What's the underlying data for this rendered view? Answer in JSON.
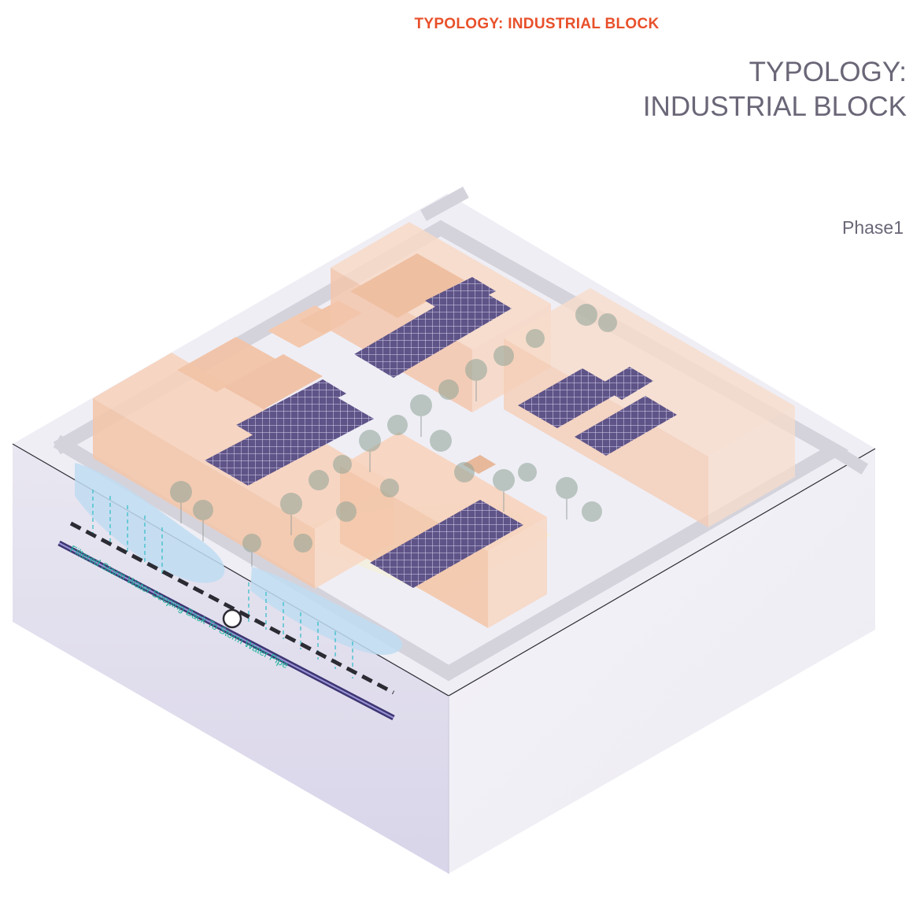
{
  "header": {
    "title": "TYPOLOGY: INDUSTRIAL BLOCK"
  },
  "title": {
    "line1": "TYPOLOGY:",
    "line2": "INDUSTRIAL BLOCK"
  },
  "phase": {
    "label": "Phase1"
  },
  "annotations": {
    "storm_water": "Filtered Storm Water Seeping Back To Storm Water Pipe"
  },
  "colors": {
    "accent_title": "#e8502a",
    "title_gray": "#6b6677",
    "annotation_green": "#1fb39a",
    "ground": "#ecebf3",
    "road": "#d4d3dc",
    "building": "#f6cfb8",
    "solar_panel": "#5f5488",
    "water": "#b8d6ef",
    "pipe": "#3d3673"
  }
}
